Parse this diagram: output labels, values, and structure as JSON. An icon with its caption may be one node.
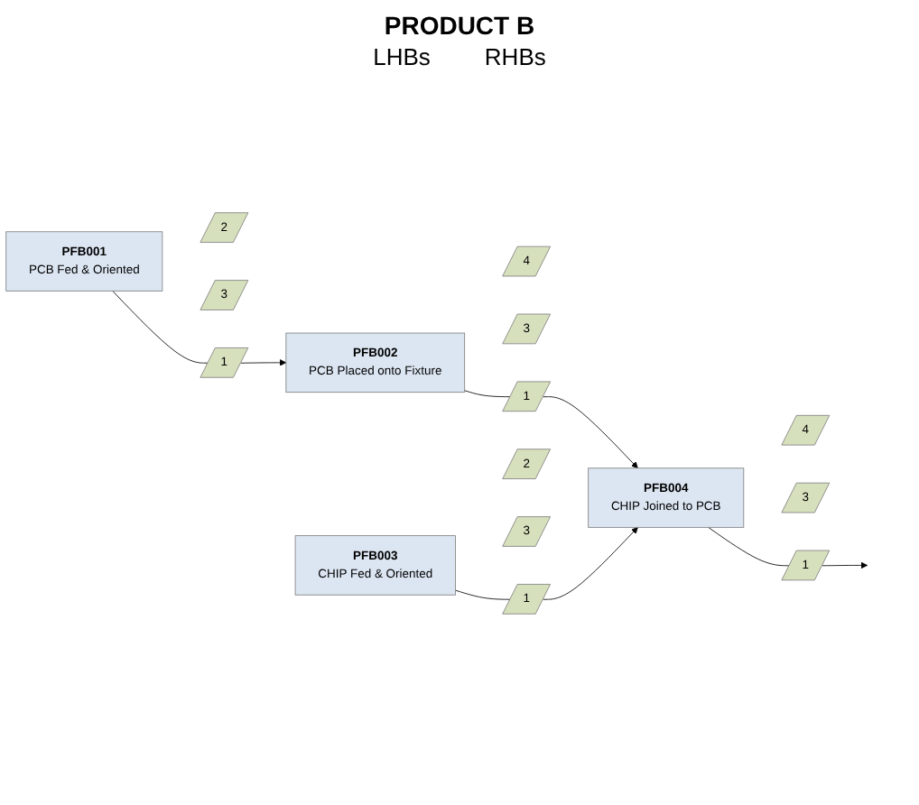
{
  "diagram": {
    "title": "PRODUCT B",
    "nodes": [
      {
        "text": [
          "PFB001",
          "PCB Fed & Oriented"
        ]
      },
      {
        "text": [
          "2"
        ]
      },
      {
        "text": [
          "3"
        ]
      },
      {
        "text": [
          "1"
        ]
      },
      {
        "text": [
          "PFB002",
          "PCB Placed onto Fixture"
        ]
      },
      {
        "text": [
          "4"
        ]
      },
      {
        "text": [
          "3"
        ]
      },
      {
        "text": [
          "1"
        ]
      },
      {
        "text": [
          "PFB003",
          "CHIP Fed & Oriented"
        ]
      },
      {
        "text": [
          "2"
        ]
      },
      {
        "text": [
          "3"
        ]
      },
      {
        "text": [
          "1"
        ]
      },
      {
        "text": [
          "PFB004",
          "CHIP Joined to PCB"
        ]
      },
      {
        "text": [
          "4"
        ]
      },
      {
        "text": [
          "3"
        ]
      },
      {
        "text": [
          "1"
        ]
      }
    ],
    "edges": [
      {
        "from": 0,
        "to": 3,
        "arrow": "none"
      },
      {
        "from": 3,
        "to": 4,
        "arrow": "to"
      },
      {
        "from": 4,
        "to": 7,
        "arrow": "none"
      },
      {
        "from": 7,
        "to": 12,
        "arrow": "to"
      },
      {
        "from": 8,
        "to": 11,
        "arrow": "none"
      },
      {
        "from": 11,
        "to": 12,
        "arrow": "to"
      },
      {
        "from": 12,
        "to": 15,
        "arrow": "none"
      },
      {
        "from": 15,
        "to": null,
        "arrow": "to"
      }
    ],
    "labels": [
      "LHBs",
      "RHBs"
    ]
  }
}
